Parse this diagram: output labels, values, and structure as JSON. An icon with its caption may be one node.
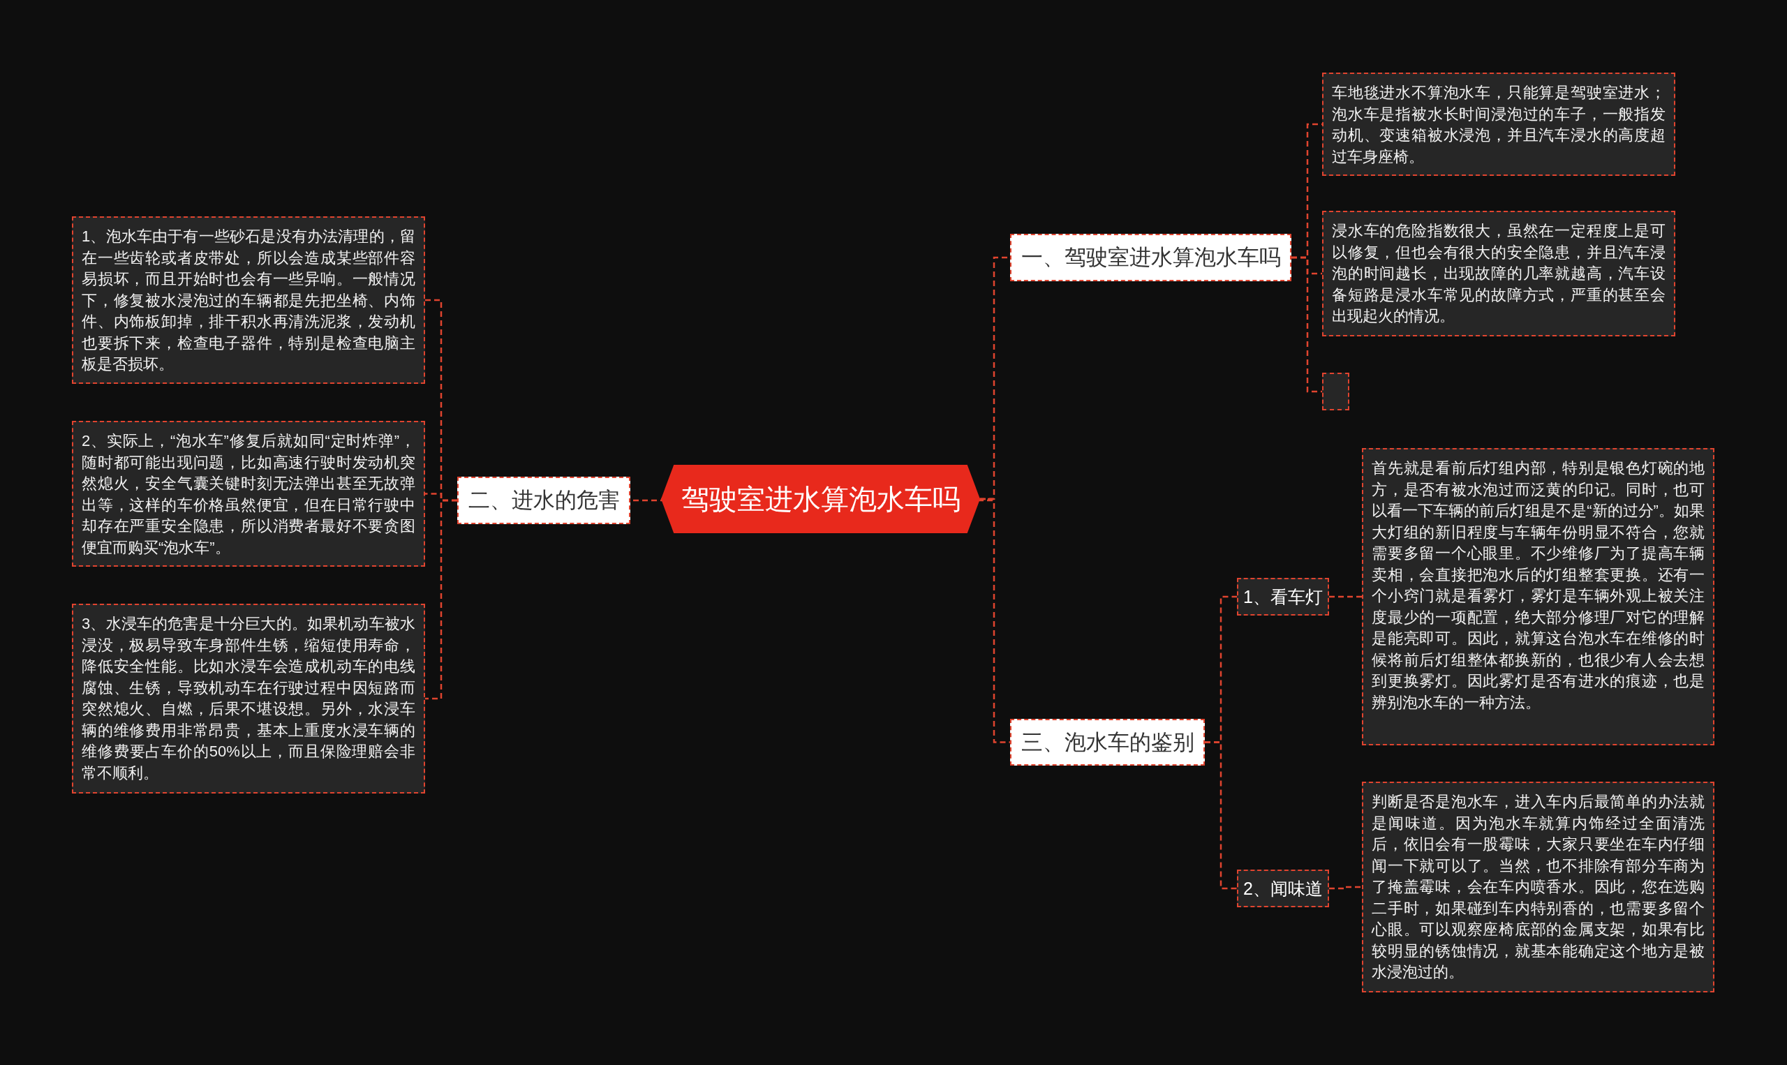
{
  "diagram": {
    "nodes": [
      {
        "text": [
          "驾驶室进水算泡水车吗"
        ]
      },
      {
        "text": [
          "一、驾驶室进水算泡水车吗"
        ]
      },
      {
        "text": [
          "车地毯进水不算泡水车，只能算是驾驶室进水；泡水车是指被水长时间浸泡过的车子，一般指发动机、变速箱被水浸泡，并且汽车浸水的高度超过车身座椅。"
        ]
      },
      {
        "text": [
          "浸水车的危险指数很大，虽然在一定程度上是可以修复，但也会有很大的安全隐患，并且汽车浸泡的时间越长，出现故障的几率就越高，汽车设备短路是浸水车常见的故障方式，严重的甚至会出现起火的情况。"
        ]
      },
      {
        "text": [],
        "shape": "box"
      },
      {
        "text": [
          "二、进水的危害"
        ]
      },
      {
        "text": [
          "1、泡水车由于有一些砂石是没有办法清理的，留在一些齿轮或者皮带处，所以会造成某些部件容易损坏，而且开始时也会有一些异响。一般情况下，修复被水浸泡过的车辆都是先把坐椅、内饰件、内饰板卸掉，排干积水再清洗泥浆，发动机也要拆下来，检查电子器件，特别是检查电脑主板是否损坏。"
        ]
      },
      {
        "text": [
          "2、实际上，“泡水车”修复后就如同“定时炸弹”，随时都可能出现问题，比如高速行驶时发动机突然熄火，安全气囊关键时刻无法弹出甚至无故弹出等，这样的车价格虽然便宜，但在日常行驶中却存在严重安全隐患，所以消费者最好不要贪图便宜而购买“泡水车”。"
        ]
      },
      {
        "text": [
          "3、水浸车的危害是十分巨大的。如果机动车被水浸没，极易导致车身部件生锈，缩短使用寿命，降低安全性能。比如水浸车会造成机动车的电线腐蚀、生锈，导致机动车在行驶过程中因短路而突然熄火、自燃，后果不堪设想。另外，水浸车辆的维修费用非常昂贵，基本上重度水浸车辆的维修费要占车价的50%以上，而且保险理赔会非常不顺利。"
        ]
      },
      {
        "text": [
          "三、泡水车的鉴别"
        ]
      },
      {
        "text": [
          "1、看车灯"
        ]
      },
      {
        "text": [
          "首先就是看前后灯组内部，特别是银色灯碗的地方，是否有被水泡过而泛黄的印记。同时，也可以看一下车辆的前后灯组是不是“新的过分”。如果大灯组的新旧程度与车辆年份明显不符合，您就需要多留一个心眼里。不少维修厂为了提高车辆卖相，会直接把泡水后的灯组整套更换。还有一个小窍门就是看雾灯，雾灯是车辆外观上被关注度最少的一项配置，绝大部分修理厂对它的理解是能亮即可。因此，就算这台泡水车在维修的时候将前后灯组整体都换新的，也很少有人会去想到更换雾灯。因此雾灯是否有进水的痕迹，也是辨别泡水车的一种方法。"
        ]
      },
      {
        "text": [
          "2、闻味道"
        ]
      },
      {
        "text": [
          "判断是否是泡水车，进入车内后最简单的办法就是闻味道。因为泡水车就算内饰经过全面清洗后，依旧会有一股霉味，大家只要坐在车内仔细闻一下就可以了。当然，也不排除有部分车商为了掩盖霉味，会在车内喷香水。因此，您在选购二手时，如果碰到车内特别香的，也需要多留个心眼。可以观察座椅底部的金属支架，如果有比较明显的锈蚀情况，就基本能确定这个地方是被水浸泡过的。"
        ]
      }
    ],
    "edges": [
      {
        "from": 0,
        "to": 1,
        "arrow": "none"
      },
      {
        "from": 1,
        "to": 2,
        "arrow": "none"
      },
      {
        "from": 1,
        "to": 3,
        "arrow": "none"
      },
      {
        "from": 1,
        "to": 4,
        "arrow": "none"
      },
      {
        "from": 0,
        "to": 5,
        "arrow": "none"
      },
      {
        "from": 5,
        "to": 6,
        "arrow": "none"
      },
      {
        "from": 5,
        "to": 7,
        "arrow": "none"
      },
      {
        "from": 5,
        "to": 8,
        "arrow": "none"
      },
      {
        "from": 0,
        "to": 9,
        "arrow": "none"
      },
      {
        "from": 9,
        "to": 10,
        "arrow": "none"
      },
      {
        "from": 10,
        "to": 11,
        "arrow": "none"
      },
      {
        "from": 9,
        "to": 12,
        "arrow": "none"
      },
      {
        "from": 12,
        "to": 13,
        "arrow": "none"
      }
    ]
  }
}
